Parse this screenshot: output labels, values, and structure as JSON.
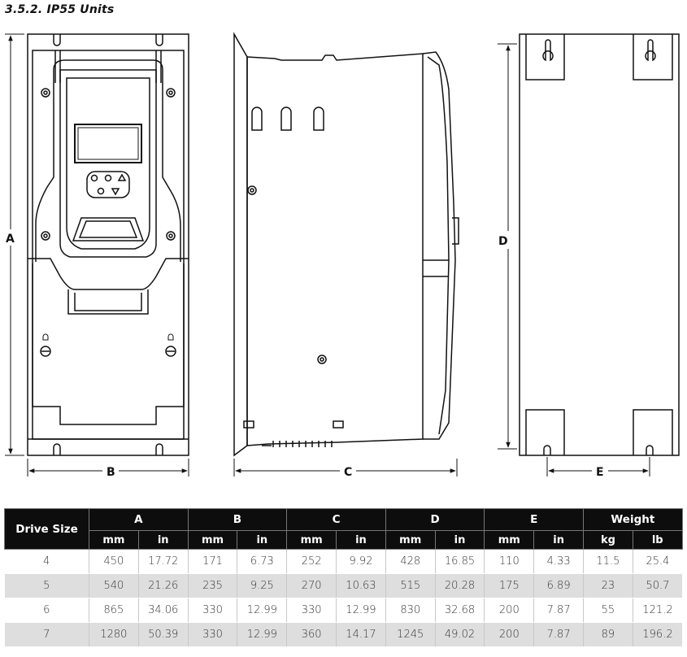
{
  "section_title": "3.5.2. IP55 Units",
  "dimension_labels": {
    "A": "A",
    "B": "B",
    "C": "C",
    "D": "D",
    "E": "E"
  },
  "table": {
    "drive_size_header": "Drive Size",
    "groups": [
      {
        "label": "A",
        "units": [
          "mm",
          "in"
        ]
      },
      {
        "label": "B",
        "units": [
          "mm",
          "in"
        ]
      },
      {
        "label": "C",
        "units": [
          "mm",
          "in"
        ]
      },
      {
        "label": "D",
        "units": [
          "mm",
          "in"
        ]
      },
      {
        "label": "E",
        "units": [
          "mm",
          "in"
        ]
      },
      {
        "label": "Weight",
        "units": [
          "kg",
          "lb"
        ]
      }
    ],
    "rows": [
      [
        "4",
        "450",
        "17.72",
        "171",
        "6.73",
        "252",
        "9.92",
        "428",
        "16.85",
        "110",
        "4.33",
        "11.5",
        "25.4"
      ],
      [
        "5",
        "540",
        "21.26",
        "235",
        "9.25",
        "270",
        "10.63",
        "515",
        "20.28",
        "175",
        "6.89",
        "23",
        "50.7"
      ],
      [
        "6",
        "865",
        "34.06",
        "330",
        "12.99",
        "330",
        "12.99",
        "830",
        "32.68",
        "200",
        "7.87",
        "55",
        "121.2"
      ],
      [
        "7",
        "1280",
        "50.39",
        "330",
        "12.99",
        "360",
        "14.17",
        "1245",
        "49.02",
        "200",
        "7.87",
        "89",
        "196.2"
      ]
    ]
  }
}
